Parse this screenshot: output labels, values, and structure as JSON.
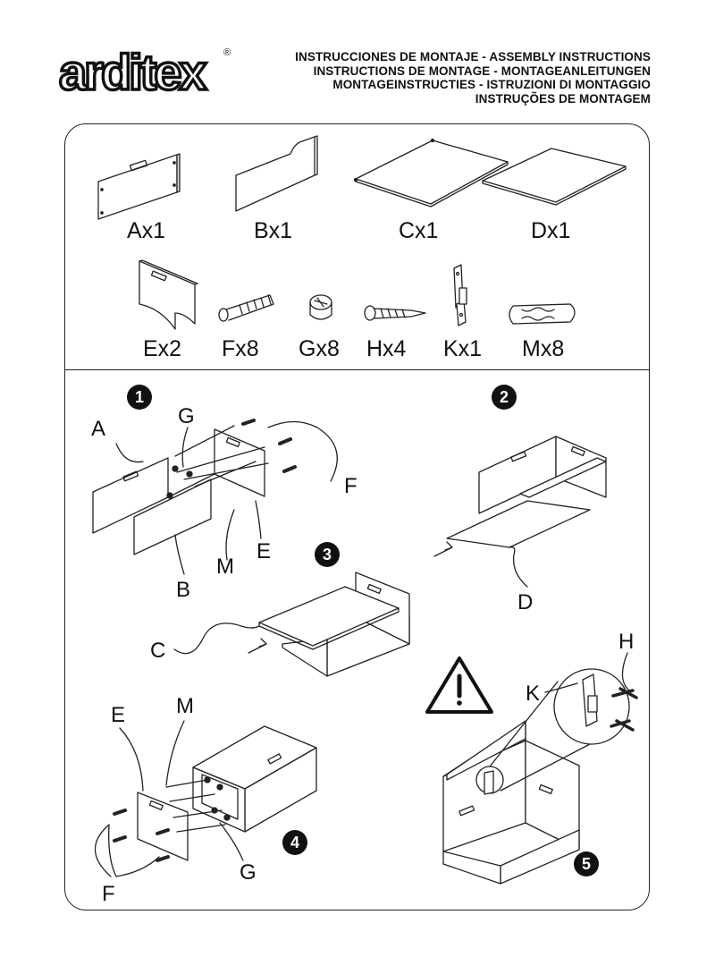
{
  "brand": {
    "logo_text": "arditex",
    "registered": "®"
  },
  "header": {
    "lines": [
      "INSTRUCCIONES DE MONTAJE - ASSEMBLY INSTRUCTIONS",
      "INSTRUCTIONS DE MONTAGE - MONTAGEANLEITUNGEN",
      "MONTAGEINSTRUCTIES - ISTRUZIONI DI MONTAGGIO",
      "INSTRUÇÕES DE MONTAGEM"
    ]
  },
  "parts": [
    {
      "label": "Ax1",
      "icon": "front-panel-icon"
    },
    {
      "label": "Bx1",
      "icon": "back-panel-icon"
    },
    {
      "label": "Cx1",
      "icon": "lid-board-icon"
    },
    {
      "label": "Dx1",
      "icon": "bottom-board-icon"
    },
    {
      "label": "Ex2",
      "icon": "side-panel-icon"
    },
    {
      "label": "Fx8",
      "icon": "cam-bolt-icon"
    },
    {
      "label": "Gx8",
      "icon": "cam-lock-icon"
    },
    {
      "label": "Hx4",
      "icon": "screw-icon"
    },
    {
      "label": "Kx1",
      "icon": "hinge-icon"
    },
    {
      "label": "Mx8",
      "icon": "wooden-dowel-icon"
    }
  ],
  "steps": {
    "s1": {
      "number": "1",
      "callouts": {
        "A": "A",
        "G": "G",
        "F": "F",
        "E": "E",
        "M": "M",
        "B": "B"
      }
    },
    "s2": {
      "number": "2",
      "callouts": {
        "D": "D"
      }
    },
    "s3": {
      "number": "3",
      "callouts": {
        "C": "C"
      }
    },
    "s4": {
      "number": "4",
      "callouts": {
        "E": "E",
        "M": "M",
        "F": "F",
        "G": "G"
      }
    },
    "s5": {
      "number": "5",
      "callouts": {
        "H": "H",
        "K": "K"
      }
    }
  },
  "warning_icon": "warning-triangle-icon"
}
